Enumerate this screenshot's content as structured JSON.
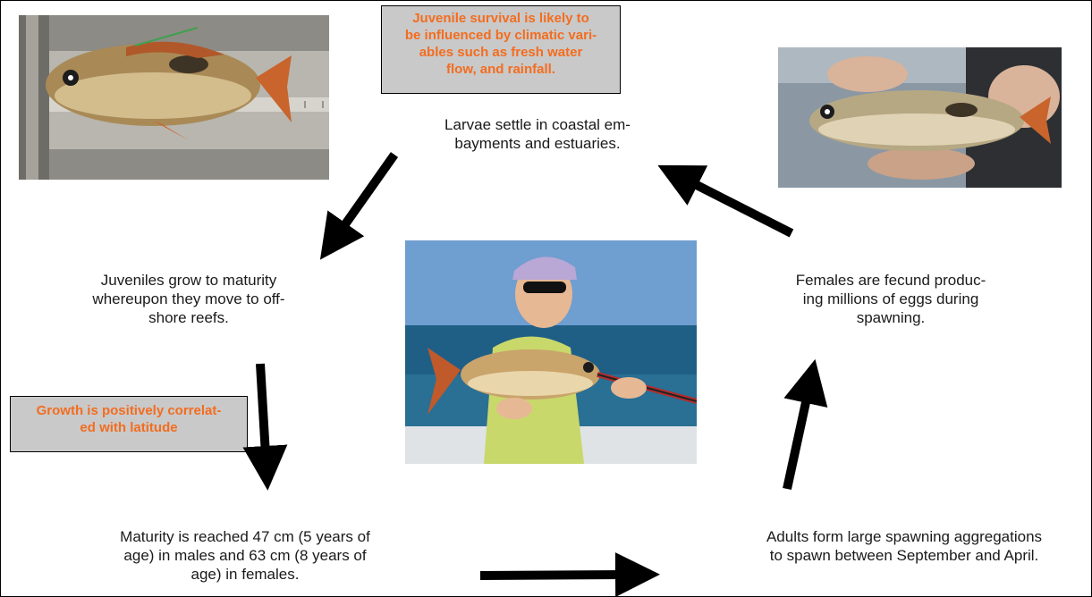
{
  "stages": {
    "larvae": "Larvae settle in coastal em-\nbayments and estuaries.",
    "juveniles": "Juveniles grow to maturity\nwhereupon they move to off-\nshore reefs.",
    "maturity": "Maturity is reached 47 cm (5 years of\nage) in males and 63 cm (8 years of\nage) in females.",
    "adults": "Adults form large spawning aggregations\nto spawn between September and April.",
    "females": "Females are fecund produc-\ning millions of eggs during\nspawning."
  },
  "notes": {
    "juvenile_survival": "Juvenile survival is likely to\nbe influenced by climatic vari-\nables such as fresh water\nflow, and rainfall.",
    "growth": "Growth is positively correlat-\ned with latitude"
  },
  "colors": {
    "note_text": "#f36d1f",
    "note_bg": "#c9c9c9",
    "arrow": "#000000"
  },
  "icons": {
    "photo_measured_fish": "fish-on-measuring-board-photo",
    "photo_held_fish": "fish-held-in-hands-photo",
    "photo_child_with_fish": "child-holding-fish-photo"
  }
}
